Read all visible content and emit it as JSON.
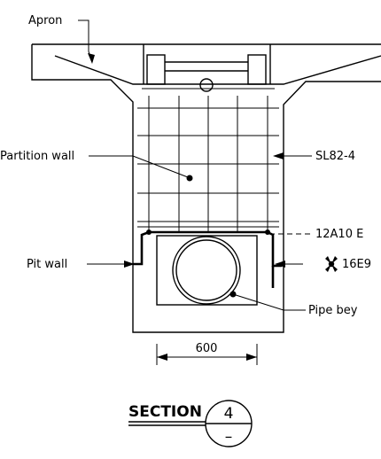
{
  "labels": {
    "apron": "Apron",
    "partition_wall": "Partition wall",
    "sl82": "SL82-4",
    "bar_12a10": "12A10 E",
    "pit_wall": "Pit wall",
    "bar_16e": "16E9",
    "pipe": "Pipe bey",
    "dimension": "600"
  },
  "section": {
    "title": "SECTION",
    "number": "4",
    "sub": "–"
  }
}
